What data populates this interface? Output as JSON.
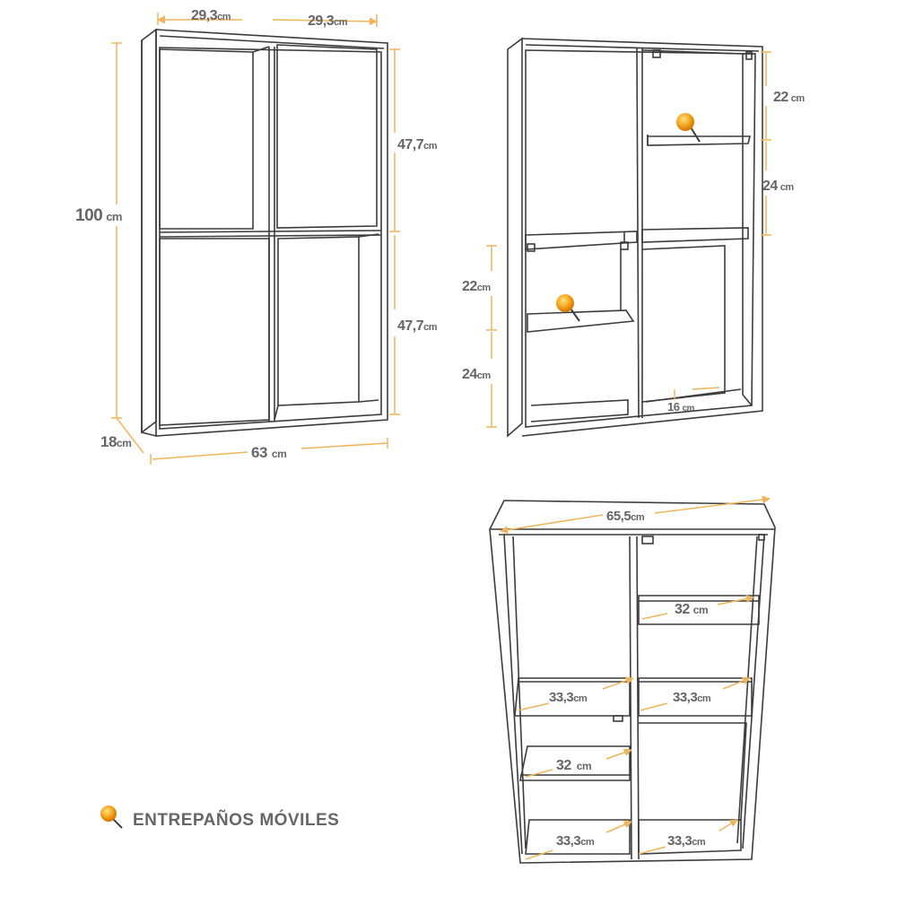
{
  "colors": {
    "dimension_line": "#f0b55a",
    "outline": "#3c3c3c",
    "label": "#666666",
    "pin": "#f5a623"
  },
  "front_view": {
    "top_left_width": "29,3",
    "top_right_width": "29,3",
    "height": "100",
    "upper_height": "47,7",
    "lower_height": "47,7",
    "depth": "18",
    "width": "63"
  },
  "open_view": {
    "right_upper_gap": "22",
    "right_lower_gap": "24",
    "left_upper_gap": "22",
    "left_lower_gap": "24",
    "inner_depth": "16"
  },
  "front_open_view": {
    "top_width": "65,5",
    "shelf_upper_right": "32",
    "shelf_mid_left": "33,3",
    "shelf_mid_right": "33,3",
    "shelf_lower_left": "32",
    "shelf_bottom_left": "33,3",
    "shelf_bottom_right": "33,3"
  },
  "units": {
    "cm": "cm"
  },
  "legend": {
    "icon": "pushpin-icon",
    "label": "ENTREPAÑOS MÓVILES"
  }
}
